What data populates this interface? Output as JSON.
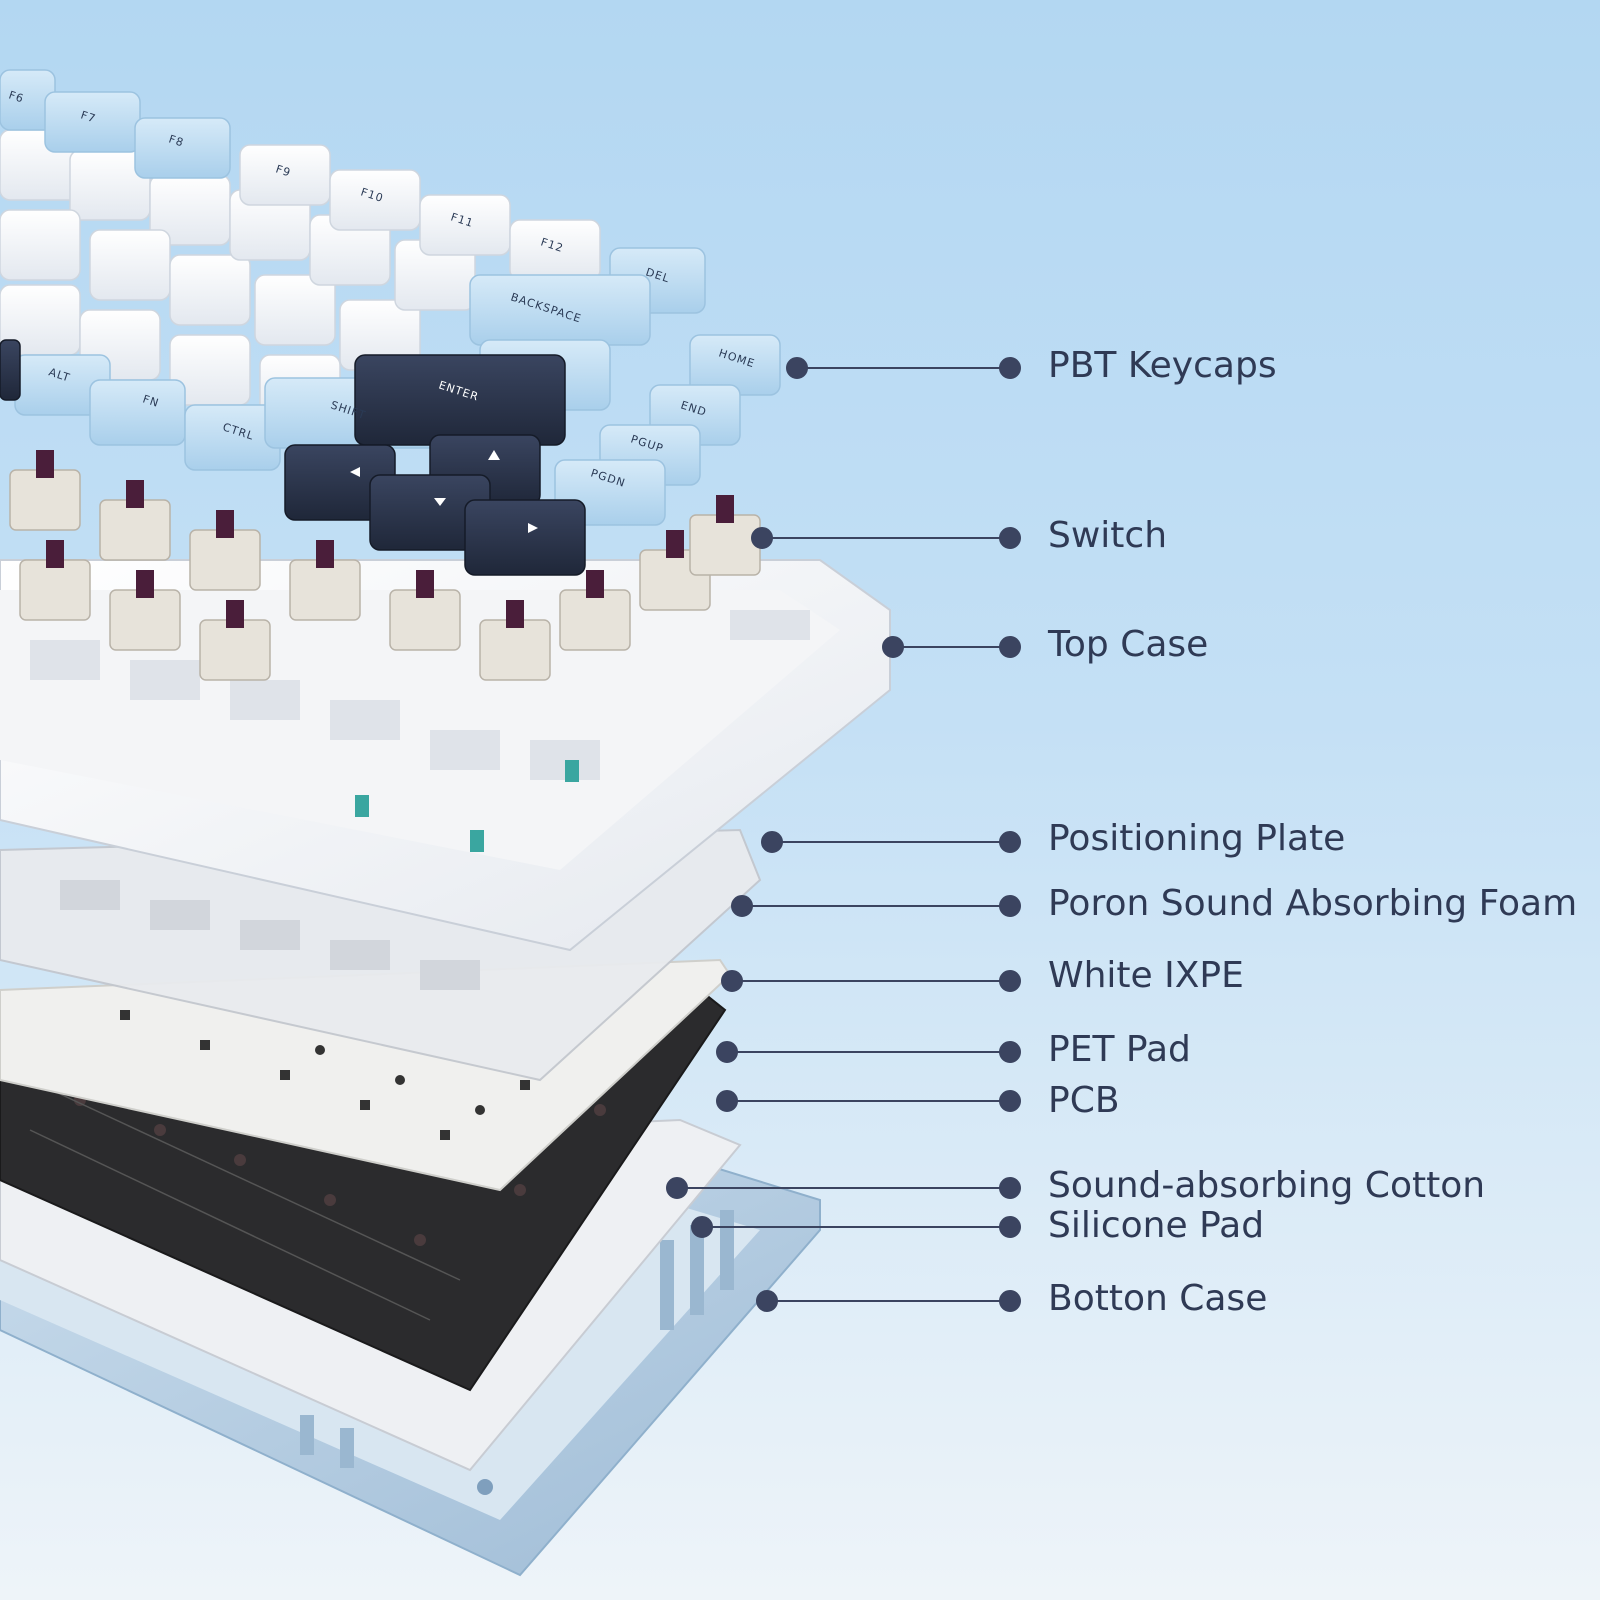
{
  "colors": {
    "line": "#3b4460",
    "label_text": "#2f3a55",
    "keycap_white": "#f6f8fb",
    "keycap_blue": "#bcdcf2",
    "keycap_navy": "#283247",
    "switch_stem": "#4a1e3a",
    "bottom_case": "#aac6e0"
  },
  "keycaps": {
    "f6": "F6",
    "f7": "F7",
    "f8": "F8",
    "f9": "F9",
    "f10": "F10",
    "f11": "F11",
    "f12": "F12",
    "del": "DEL",
    "backspace": "BACKSPACE",
    "home": "HOME",
    "end": "END",
    "pgup": "PGUP",
    "pgdn": "PGDN",
    "enter": "ENTER",
    "shift": "SHIFT",
    "alt": "ALT",
    "fn": "FN",
    "ctrl": "CTRL"
  },
  "labels": {
    "pbt_keycaps": "PBT Keycaps",
    "switch": "Switch",
    "top_case": "Top Case",
    "positioning_plate": "Positioning Plate",
    "poron_foam": "Poron Sound Absorbing Foam",
    "white_ixpe": "White IXPE",
    "pet_pad": "PET Pad",
    "pcb": "PCB",
    "cotton": "Sound-absorbing Cotton",
    "silicone_pad": "Silicone Pad",
    "bottom_case": "Botton Case"
  }
}
